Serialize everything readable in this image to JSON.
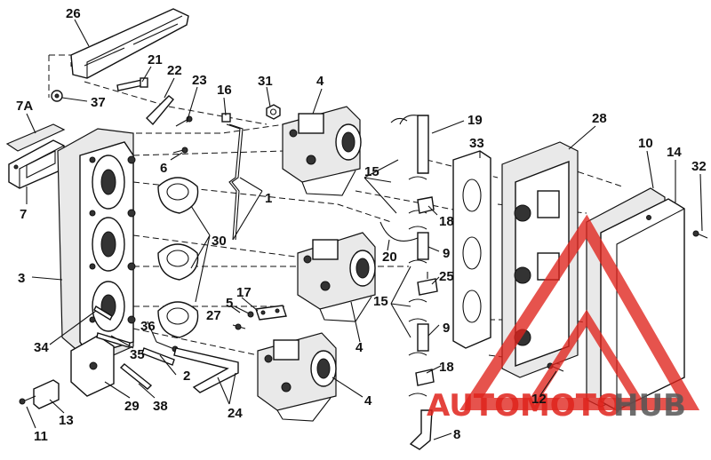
{
  "callouts": [
    "26",
    "21",
    "22",
    "23",
    "16",
    "31",
    "4",
    "7A",
    "37",
    "19",
    "28",
    "33",
    "10",
    "14",
    "32",
    "6",
    "15",
    "1",
    "18",
    "7",
    "30",
    "9",
    "25",
    "3",
    "20",
    "17",
    "5",
    "27",
    "36",
    "34",
    "35",
    "2",
    "12",
    "13",
    "29",
    "38",
    "24",
    "11",
    "8"
  ],
  "watermark": {
    "brand_part1": "AUTOMOTO",
    "brand_part2": "HUB",
    "brand_color": "#e0231c"
  }
}
